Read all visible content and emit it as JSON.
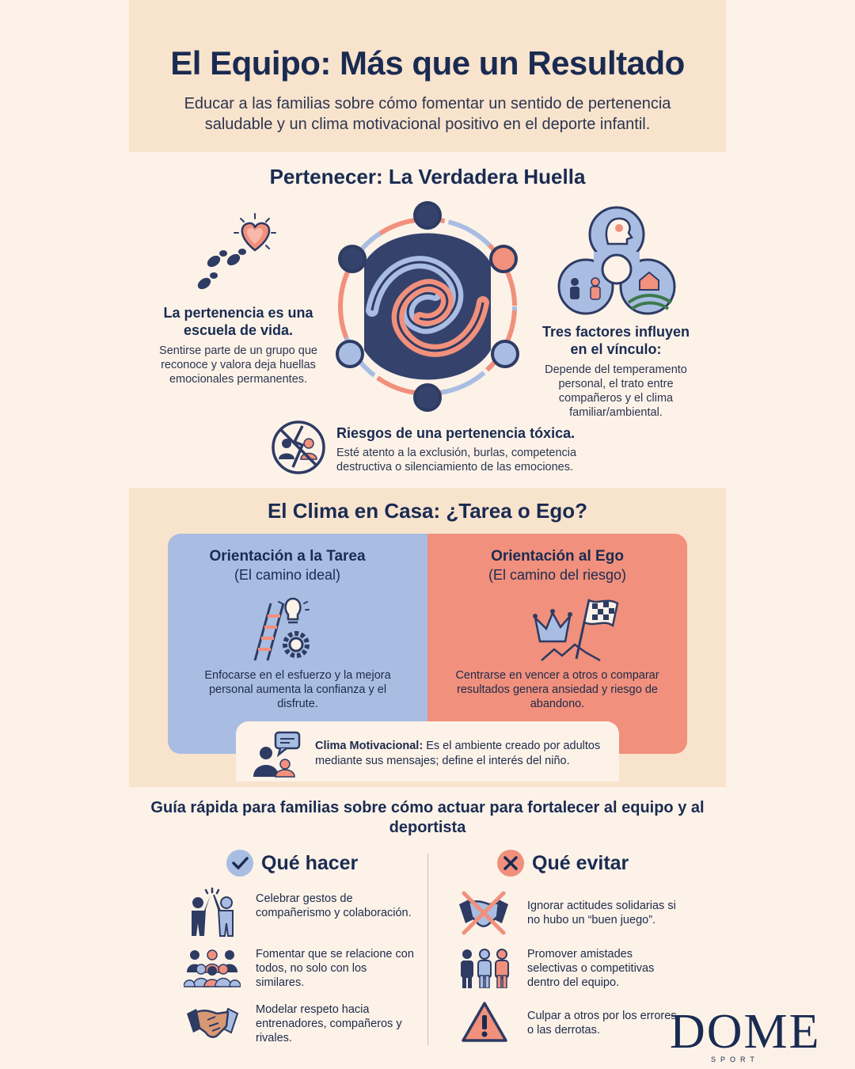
{
  "header": {
    "title": "El Equipo: Más que un Resultado",
    "subtitle": "Educar a las familias sobre cómo fomentar un sentido de pertenencia saludable y un clima motivacional positivo en el deporte infantil."
  },
  "belonging": {
    "title": "Pertenecer: La Verdadera Huella",
    "left": {
      "heading": "La pertenencia es una escuela de vida.",
      "text": "Sentirse parte de un grupo que reconoce y valora deja huellas emocionales permanentes."
    },
    "right": {
      "heading": "Tres factores influyen en el vínculo:",
      "text": "Depende del temperamento personal, el trato entre compañeros y el clima familiar/ambiental."
    },
    "risk": {
      "heading": "Riesgos de una pertenencia tóxica.",
      "text": "Esté atento a la exclusión, burlas, competencia destructiva o silenciamiento de las emociones."
    }
  },
  "climate": {
    "title": "El Clima en Casa: ¿Tarea o Ego?",
    "task": {
      "heading": "Orientación a la Tarea",
      "sub": "(El camino ideal)",
      "text": "Enfocarse en el esfuerzo y la mejora personal aumenta la confianza y el disfrute."
    },
    "ego": {
      "heading": "Orientación al Ego",
      "sub": "(El camino del riesgo)",
      "text": "Centrarse en vencer a otros o comparar resultados genera ansiedad y riesgo de abandono."
    },
    "note": {
      "label": "Clima Motivacional:",
      "text": " Es el ambiente creado por adultos mediante sus mensajes; define el interés del niño."
    }
  },
  "guide": {
    "title": "Guía rápida para familias sobre cómo actuar para fortalecer al equipo y al deportista",
    "do": {
      "heading": "Qué hacer",
      "items": [
        "Celebrar gestos de compañerismo y colaboración.",
        "Fomentar que se relacione con todos, no solo con los similares.",
        "Modelar respeto hacia entrenadores, compañeros y rivales."
      ]
    },
    "avoid": {
      "heading": "Qué evitar",
      "items": [
        "Ignorar actitudes solidarias si no hubo un “buen juego”.",
        "Promover amistades selectivas o competitivas dentro del equipo.",
        "Culpar a otros por los errores o las derrotas."
      ]
    }
  },
  "brand": {
    "logo": "DOME",
    "tagline": "SPORT"
  },
  "colors": {
    "navy": "#1a2b52",
    "blue": "#a9bde3",
    "coral": "#f1907c",
    "cream": "#f8e3cd"
  }
}
